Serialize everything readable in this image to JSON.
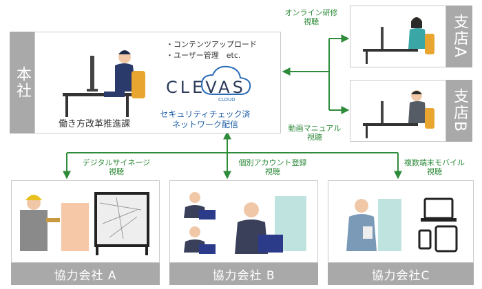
{
  "hq": {
    "label": "本社",
    "department": "働き方改革推進課",
    "bullet1": "・コンテンツアップロード",
    "bullet2": "・ユーザー管理　etc.",
    "logo": "CLEVAS",
    "logo_sub": "CLOUD",
    "security_note": "セキュリティチェック済\nネットワーク配信"
  },
  "branches": [
    {
      "label": "支店A",
      "flow": "オンライン研修\n視聴"
    },
    {
      "label": "支店B",
      "flow": "動画マニュアル\n視聴"
    }
  ],
  "partners": [
    {
      "label": "協力会社 A",
      "flow": "デジタルサイネージ\n視聴"
    },
    {
      "label": "協力会社 B",
      "flow": "個別アカウント登録\n視聴"
    },
    {
      "label": "協力会社C",
      "flow": "複数端末モバイル\n視聴"
    }
  ],
  "colors": {
    "flow_green": "#2e8b3a",
    "tag_gray": "#a9a9a9",
    "accent_blue": "#1f5fa8",
    "accent_orange": "#e8a630"
  }
}
